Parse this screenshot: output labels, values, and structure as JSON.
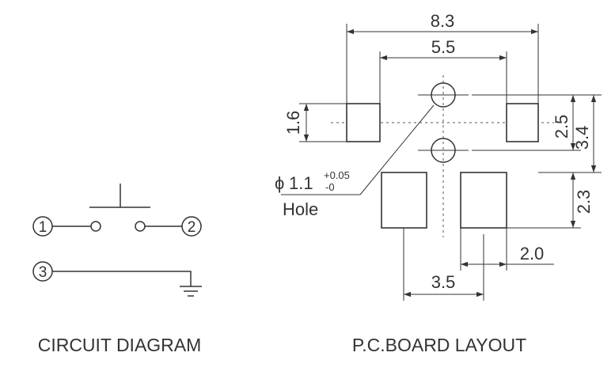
{
  "circuit": {
    "caption": "CIRCUIT DIAGRAM",
    "pin1": "1",
    "pin2": "2",
    "pin3": "3"
  },
  "pcb": {
    "caption": "P.C.BOARD LAYOUT",
    "dim_8_3": "8.3",
    "dim_5_5": "5.5",
    "dim_1_6": "1.6",
    "dim_2_5": "2.5",
    "dim_3_4": "3.4",
    "dim_2_3": "2.3",
    "dim_2_0": "2.0",
    "dim_3_5": "3.5",
    "hole_symbol": "ϕ",
    "hole_dia": "1.1",
    "hole_tol_plus": "+0.05",
    "hole_tol_minus": "-0",
    "hole_label": "Hole"
  }
}
